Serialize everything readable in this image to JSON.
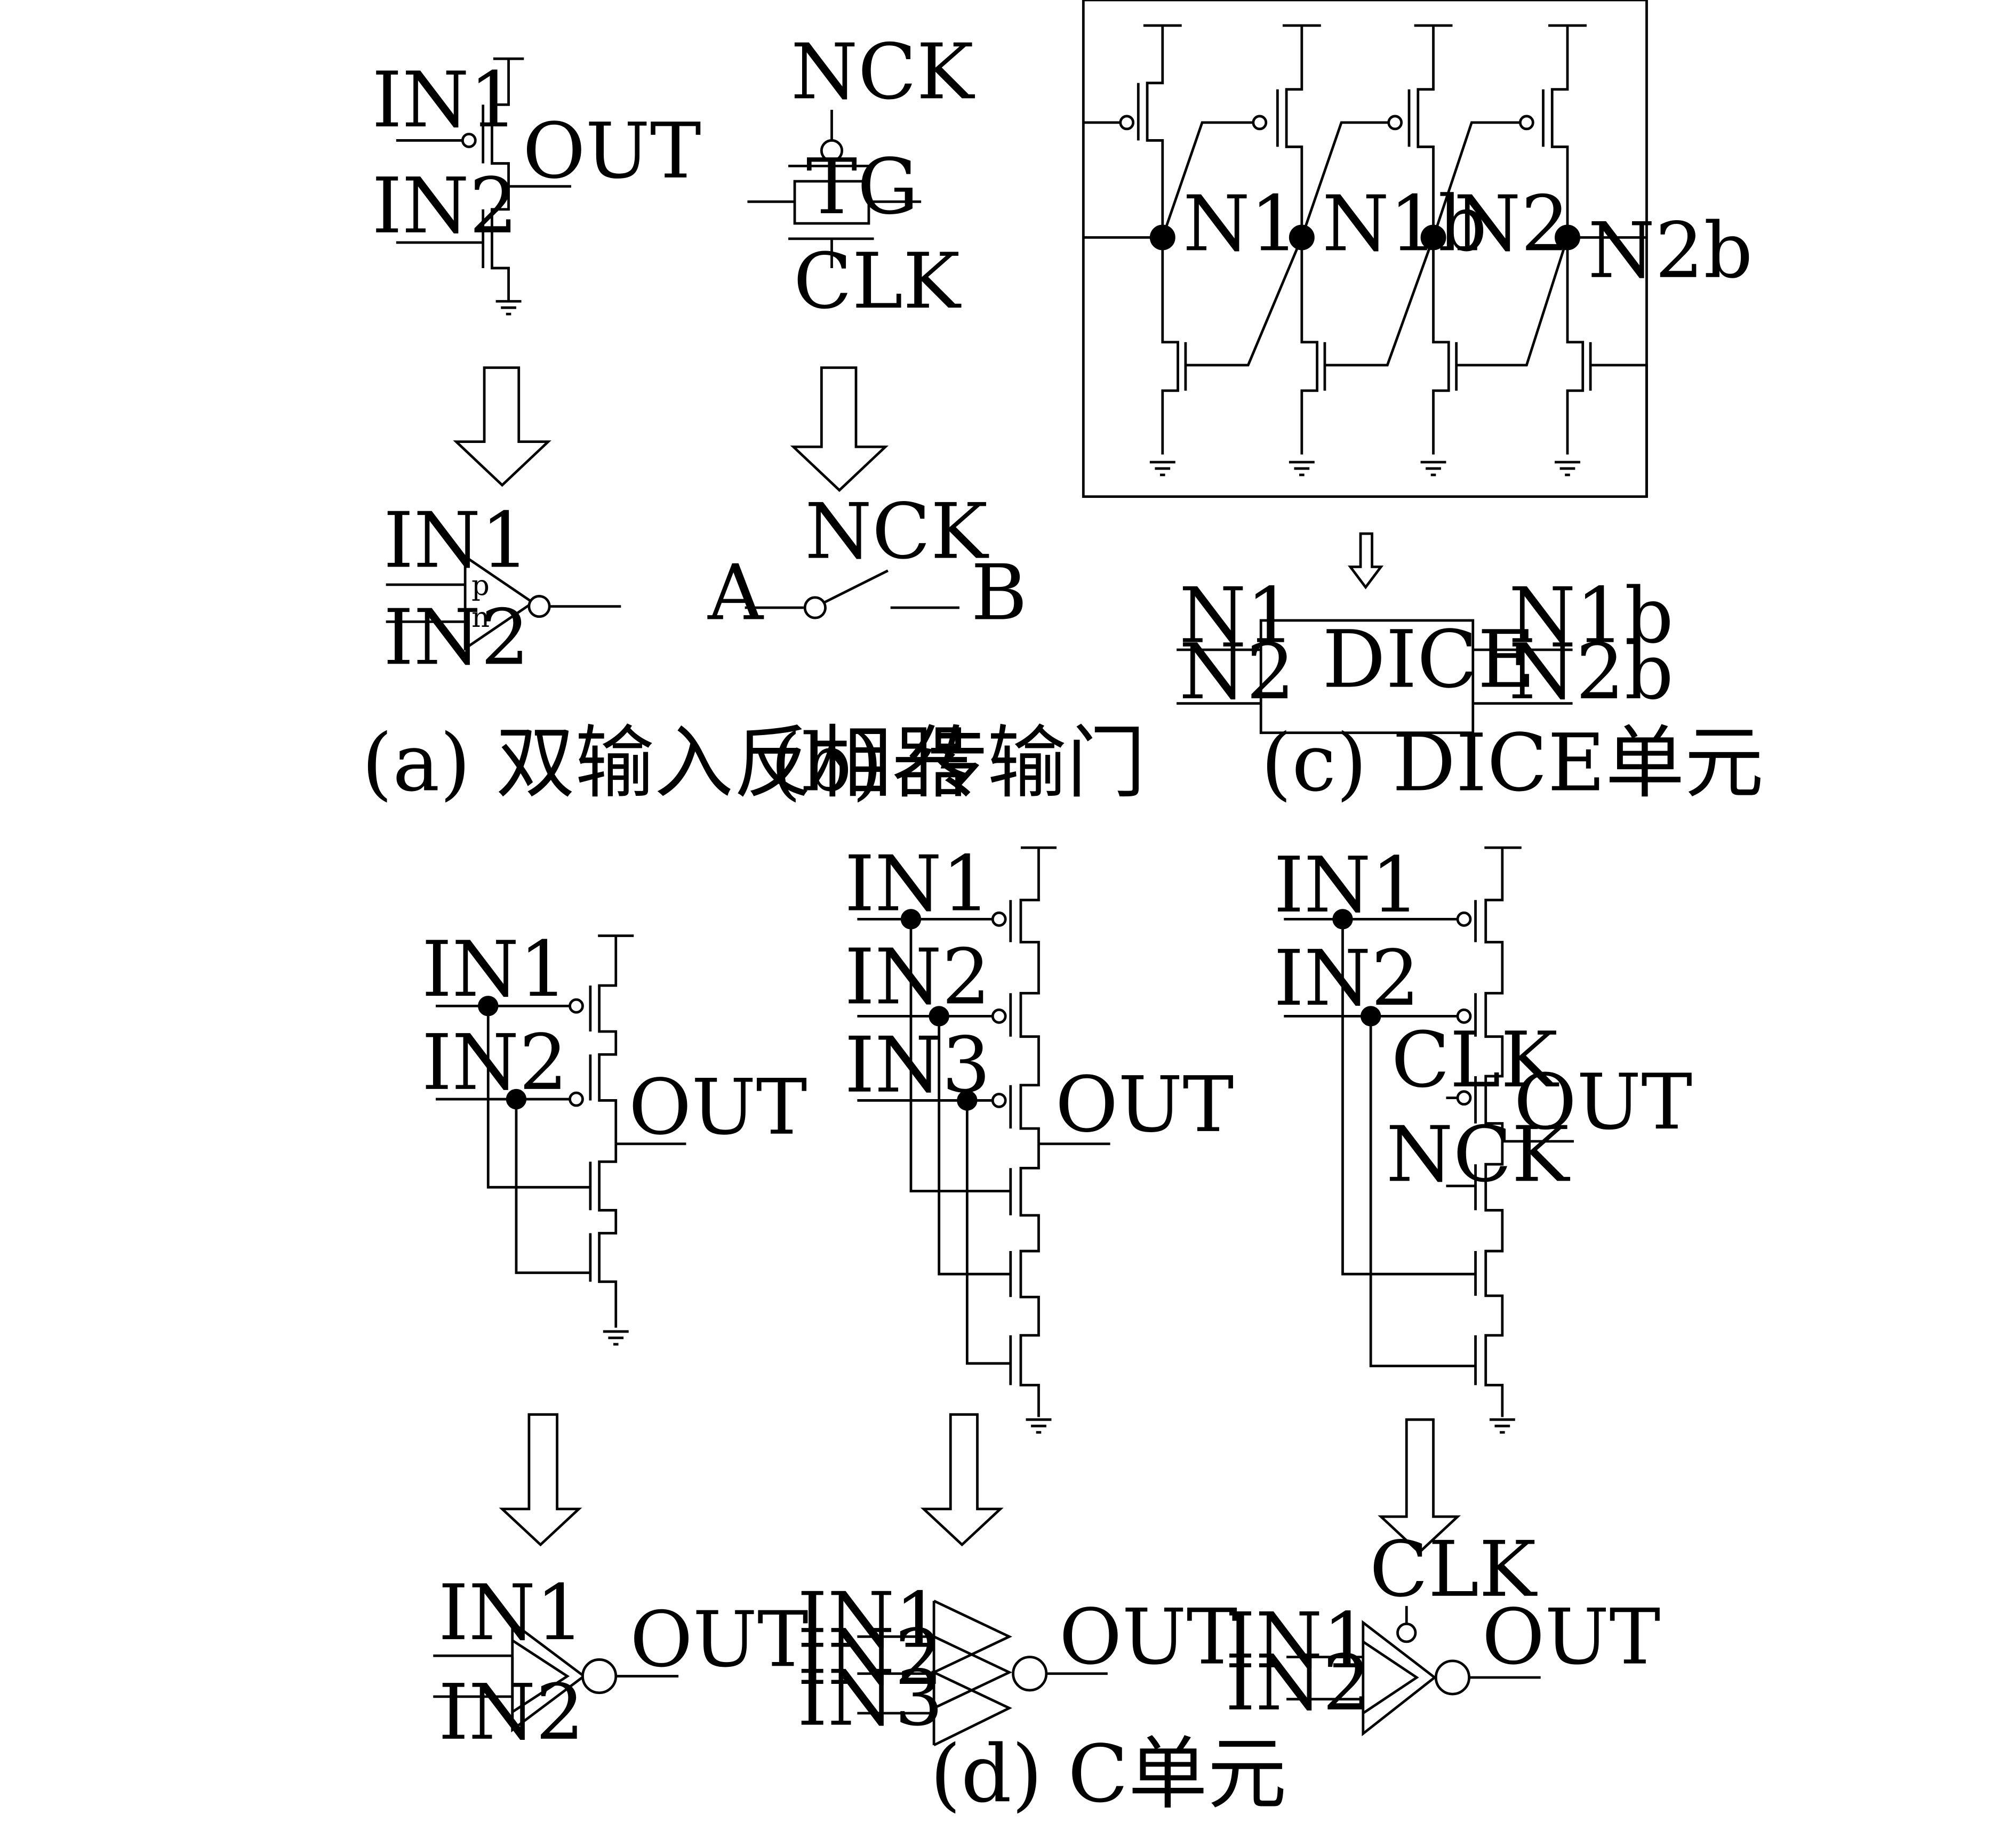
{
  "captions": {
    "a": "(a) 双输入反相器",
    "b": "(b) 传输门",
    "c": "(c) DICE单元",
    "d": "(d) C单元"
  },
  "panel_a": {
    "in1": "IN1",
    "in2": "IN2",
    "out": "OUT",
    "sym_in1": "IN1",
    "sym_in2": "IN2",
    "sym_p": "p",
    "sym_n": "n"
  },
  "panel_b": {
    "nck": "NCK",
    "clk": "CLK",
    "tg": "TG",
    "sw_nck": "NCK",
    "sw_a": "A",
    "sw_b": "B"
  },
  "panel_c": {
    "n1": "N1",
    "n1b": "N1b",
    "n2": "N2",
    "n2b": "N2b",
    "block": "DICE",
    "blk_n1": "N1",
    "blk_n2": "N2",
    "blk_n1b": "N1b",
    "blk_n2b": "N2b"
  },
  "panel_d1": {
    "in1": "IN1",
    "in2": "IN2",
    "out": "OUT",
    "sym_in1": "IN1",
    "sym_in2": "IN2",
    "sym_out": "OUT"
  },
  "panel_d2": {
    "in1": "IN1",
    "in2": "IN2",
    "in3": "IN3",
    "out": "OUT",
    "sym_in1": "IN1",
    "sym_in2": "IN2",
    "sym_in3": "IN3",
    "sym_out": "OUT"
  },
  "panel_d3": {
    "in1": "IN1",
    "in2": "IN2",
    "clk": "CLK",
    "nck": "NCK",
    "out": "OUT",
    "sym_clk": "CLK",
    "sym_in1": "IN1",
    "sym_in2": "IN2",
    "sym_out": "OUT"
  }
}
